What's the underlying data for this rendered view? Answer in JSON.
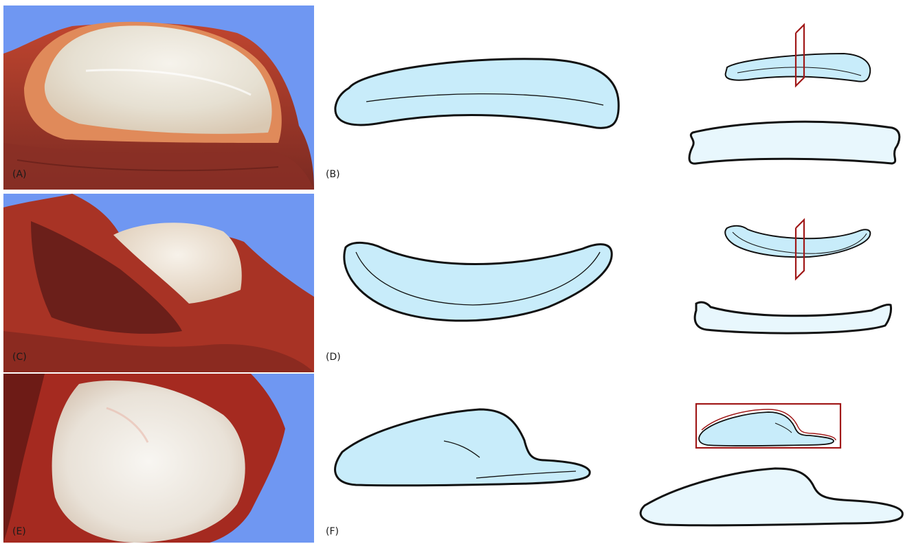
{
  "figure": {
    "panels": [
      {
        "id": "A",
        "label": "(A)",
        "kind": "photograph",
        "subject": "specimen, lateral view"
      },
      {
        "id": "B",
        "label": "(B)",
        "kind": "schematic"
      },
      {
        "id": "C",
        "label": "(C)",
        "kind": "photograph",
        "subject": "specimen, lateral view"
      },
      {
        "id": "D",
        "label": "(D)",
        "kind": "schematic"
      },
      {
        "id": "E",
        "label": "(E)",
        "kind": "photograph",
        "subject": "specimen, top view"
      },
      {
        "id": "F",
        "label": "(F)",
        "kind": "schematic"
      }
    ]
  },
  "colors": {
    "photo_background": "#6f97f2",
    "tissue_red": "#b03024",
    "cartilage_white": "#ece6da",
    "shape_fill": "#c8ecfa",
    "shape_fill_light": "#e8f7fd",
    "outline": "#111111",
    "section_plane": "#a01818"
  }
}
